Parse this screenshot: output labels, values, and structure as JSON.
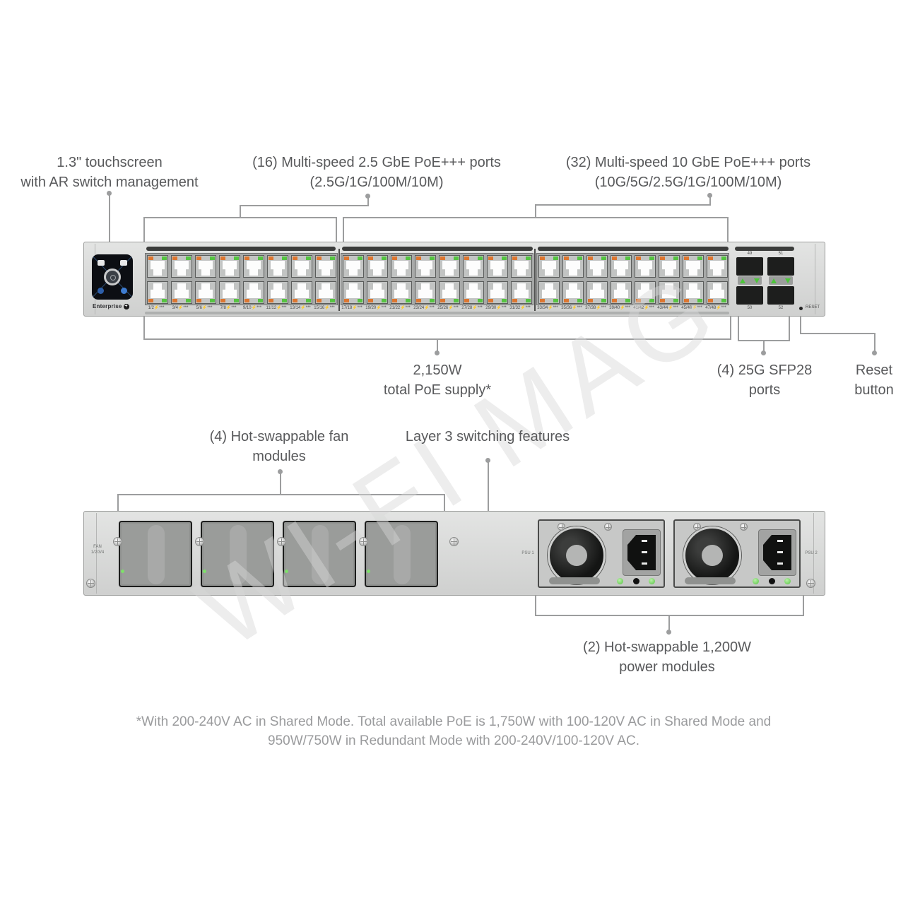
{
  "callouts": {
    "touchscreen": {
      "line1": "1.3\" touchscreen",
      "line2": "with AR switch management"
    },
    "ports16": {
      "line1": "(16) Multi-speed 2.5 GbE PoE+++ ports",
      "line2": "(2.5G/1G/100M/10M)"
    },
    "ports32": {
      "line1": "(32) Multi-speed 10 GbE PoE+++ ports",
      "line2": "(10G/5G/2.5G/1G/100M/10M)"
    },
    "poe": {
      "line1": "2,150W",
      "line2": "total PoE supply*"
    },
    "sfp": {
      "line1": "(4) 25G SFP28",
      "line2": "ports"
    },
    "reset": {
      "line1": "Reset",
      "line2": "button"
    },
    "fans": {
      "line1": "(4) Hot-swappable fan",
      "line2": "modules"
    },
    "layer3": {
      "line1": "Layer 3 switching features"
    },
    "psu": {
      "line1": "(2) Hot-swappable 1,200W",
      "line2": "power modules"
    }
  },
  "front_panel": {
    "brand": "Enterprise",
    "pair_suffix": "⚡***",
    "port_blocks": [
      [
        "1/2",
        "3/4",
        "5/6",
        "7/8",
        "9/10",
        "11/12",
        "13/14",
        "15/16"
      ],
      [
        "17/18",
        "19/20",
        "21/22",
        "23/24",
        "25/26",
        "27/28",
        "29/30",
        "31/32"
      ],
      [
        "33/34",
        "35/36",
        "37/38",
        "39/40",
        "41/42",
        "43/44",
        "45/46",
        "47/48"
      ]
    ],
    "sfp_top_labels": [
      "49",
      "51"
    ],
    "sfp_bottom_labels": [
      "50",
      "52"
    ],
    "reset_label": "RESET"
  },
  "rear_panel": {
    "fan_bay_label_line1": "FAN",
    "fan_bay_label_line2": "1/2/3/4",
    "psu1_label": "PSU 1",
    "psu2_label": "PSU 2"
  },
  "footnote": {
    "line1": "*With 200-240V AC in Shared Mode. Total available PoE is 1,750W with 100-120V AC in Shared Mode and",
    "line2": "950W/750W in Redundant Mode with 200-240V/100-120V AC."
  },
  "watermark": "WI-FI MAG",
  "colors": {
    "label_text": "#58595b",
    "leader_line": "#9c9d9e",
    "chassis": "#d6d7d6",
    "led_orange": "#dd7630",
    "led_green": "#55c341",
    "footnote_text": "#9a9b9d"
  }
}
